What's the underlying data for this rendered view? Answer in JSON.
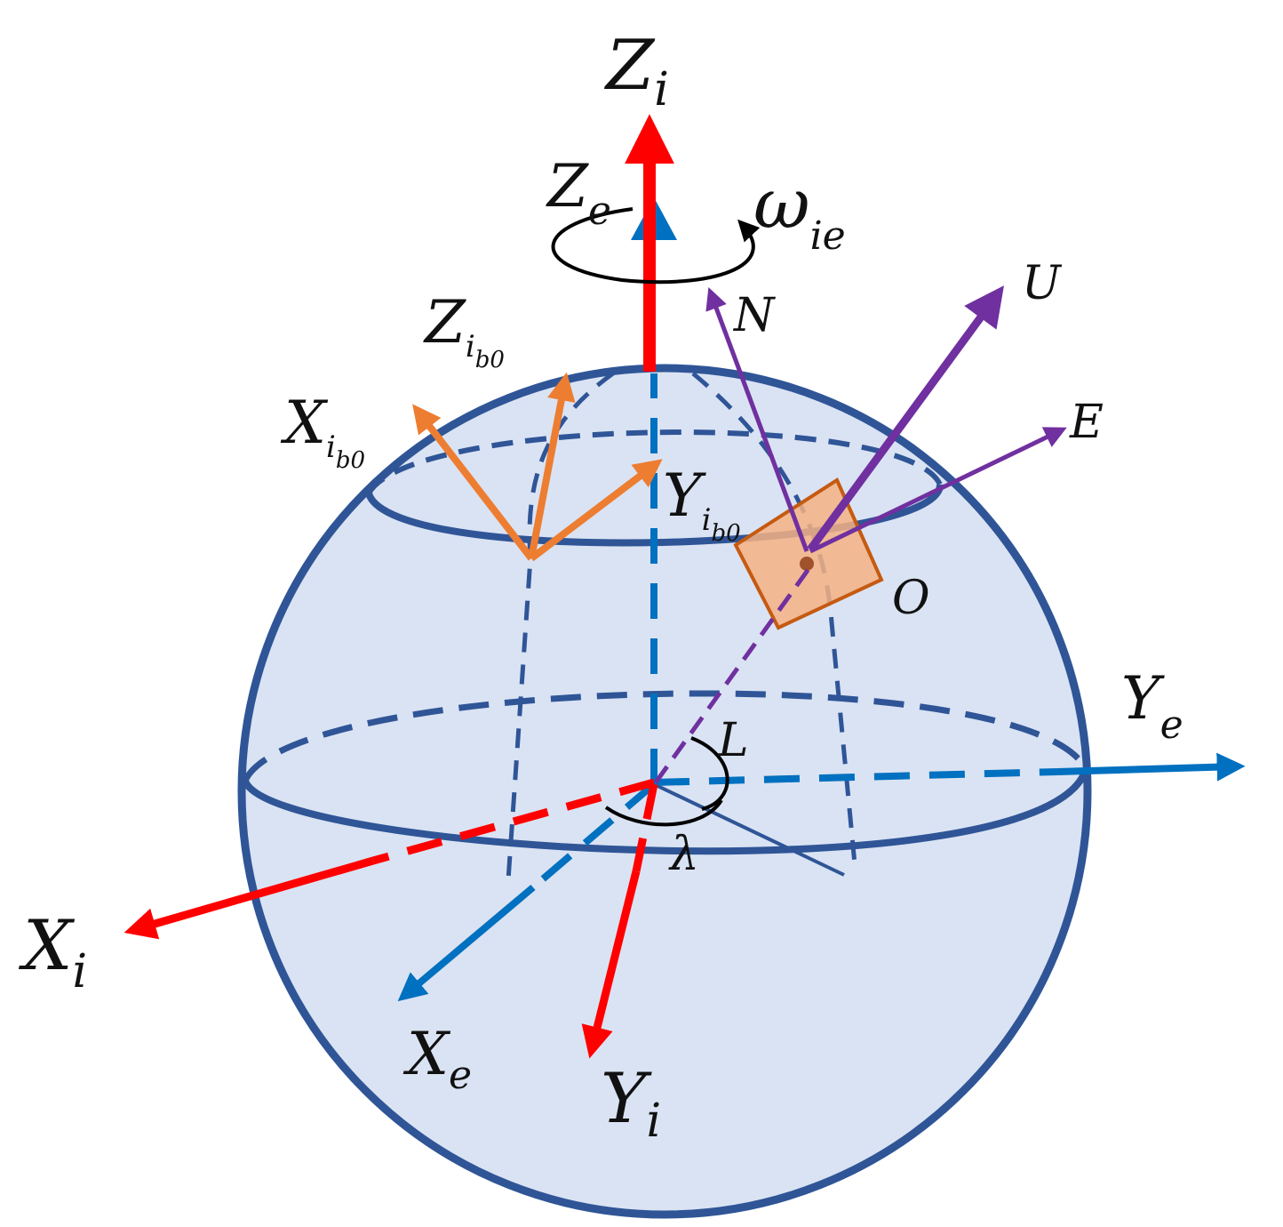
{
  "colors": {
    "sphere_fill": "#dae3f3",
    "sphere_stroke": "#2f5597",
    "inertial_axes": "#ff0000",
    "earth_axes": "#0070c0",
    "initial_body_axes": "#ed7d31",
    "local_frame_axes": "#7030a0",
    "local_plane_fill": "#f4b183",
    "local_plane_stroke": "#c55a11",
    "angle_marks": "#000000"
  },
  "labels": {
    "zi": {
      "base": "Z",
      "sub": "i"
    },
    "ze": {
      "base": "Z",
      "sub": "e"
    },
    "omega": {
      "base": "ω",
      "sub": "ie"
    },
    "zib0": {
      "base": "Z",
      "sub": "i",
      "subsub": "b0"
    },
    "xib0": {
      "base": "X",
      "sub": "i",
      "subsub": "b0"
    },
    "yib0": {
      "base": "Y",
      "sub": "i",
      "subsub": "b0"
    },
    "n": "N",
    "u": "U",
    "e": "E",
    "o": "O",
    "ye": {
      "base": "Y",
      "sub": "e"
    },
    "l": "L",
    "lambda": "λ",
    "xi": {
      "base": "X",
      "sub": "i"
    },
    "xe": {
      "base": "X",
      "sub": "e"
    },
    "yi": {
      "base": "Y",
      "sub": "i"
    }
  }
}
